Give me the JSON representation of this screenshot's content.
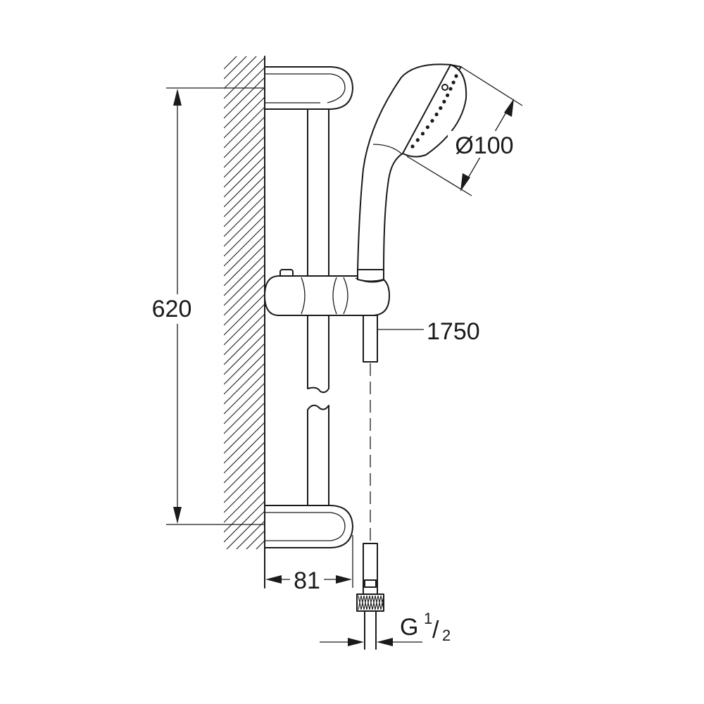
{
  "dimensions": {
    "rail_height": "620",
    "shower_head_diameter": "Ø100",
    "hose_length": "1750",
    "wall_projection": "81",
    "connection_thread": {
      "prefix": "G",
      "numerator": "1",
      "slash": "/",
      "denominator": "2"
    }
  }
}
